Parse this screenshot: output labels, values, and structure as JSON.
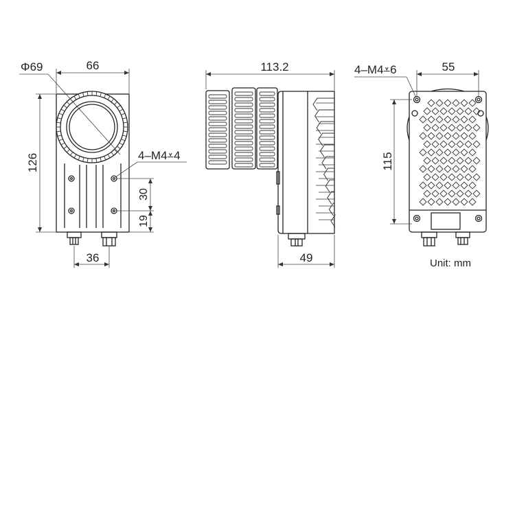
{
  "front_view": {
    "lens_diameter": "Φ69",
    "width": "66",
    "height": "126",
    "mount_holes": "4–M4⩡4",
    "hole_spacing_vertical": "30",
    "hole_offset_bottom": "19",
    "connector_spacing": "36"
  },
  "side_view": {
    "total_length": "113.2",
    "body_depth": "49"
  },
  "back_view": {
    "mount_holes": "4–M4⩡6",
    "hole_spacing_horizontal": "55",
    "hole_spacing_vertical": "115"
  },
  "unit_label": "Unit: mm",
  "colors": {
    "line": "#222222",
    "dim": "#444444",
    "background": "#ffffff"
  }
}
